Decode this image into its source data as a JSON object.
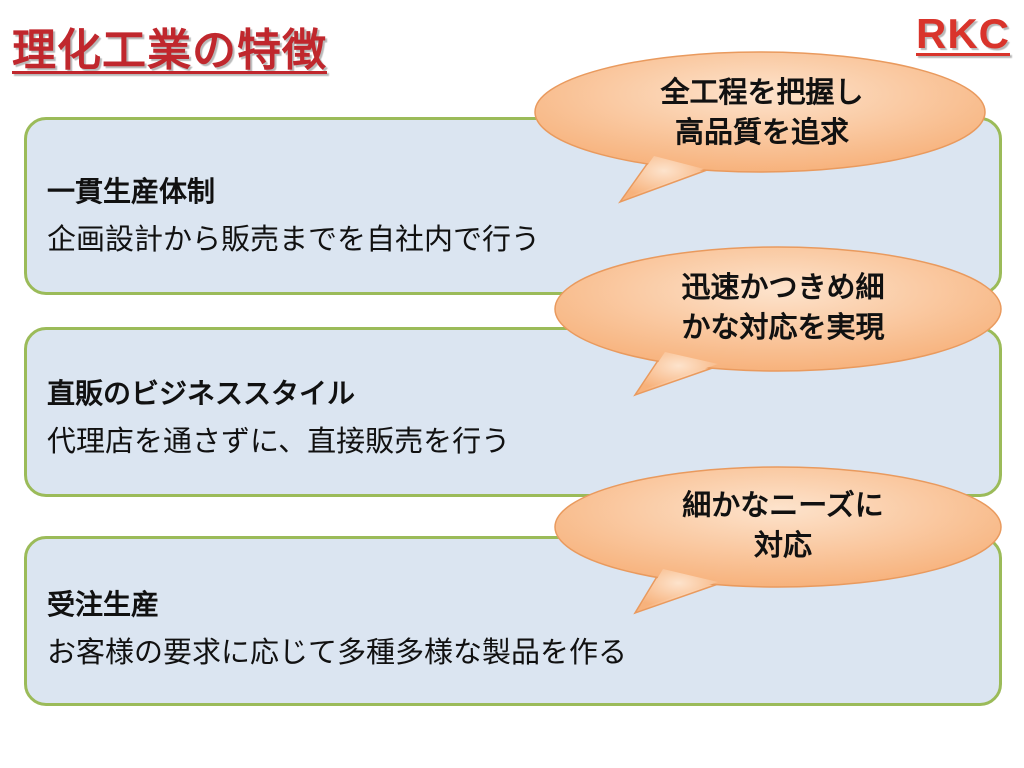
{
  "slide": {
    "title": "理化工業の特徴",
    "logo": "RKC"
  },
  "features": [
    {
      "heading": "一貫生産体制",
      "body": "企画設計から販売までを自社内で行う"
    },
    {
      "heading": "直販のビジネススタイル",
      "body": "代理店を通さずに、直接販売を行う"
    },
    {
      "heading": "受注生産",
      "body": "お客様の要求に応じて多種多様な製品を作る"
    }
  ],
  "callouts": [
    {
      "line1": "全工程を把握し",
      "line2": "高品質を追求"
    },
    {
      "line1": "迅速かつきめ細",
      "line2": "かな対応を実現"
    },
    {
      "line1": "細かなニーズに",
      "line2": "対応"
    }
  ],
  "colors": {
    "title": "#c0272d",
    "box_fill": "#dbe5f1",
    "box_border": "#9bbb59",
    "bubble_fill": "#fbc8a0",
    "bubble_border": "#f4a460"
  }
}
